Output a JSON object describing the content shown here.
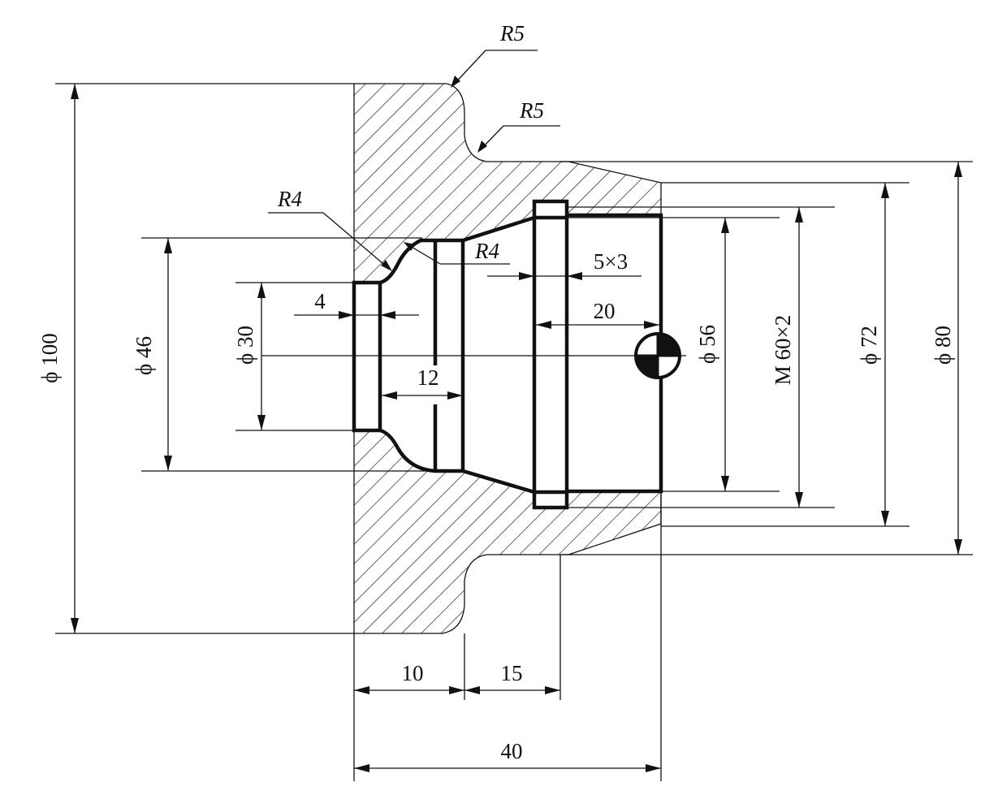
{
  "drawing": {
    "radius_labels": {
      "r5_top": "R5",
      "r5_shoulder": "R5",
      "r4_upper": "R4",
      "r4_lower": "R4"
    },
    "diameter_labels": {
      "d100": "ϕ 100",
      "d46": "ϕ 46",
      "d30": "ϕ 30",
      "d56": "ϕ 56",
      "thread": "M 60×2",
      "d72": "ϕ 72",
      "d80": "ϕ 80"
    },
    "length_labels": {
      "groove_small": "4",
      "bore_12": "12",
      "groove_5x3": "5×3",
      "thread_20": "20",
      "len_10": "10",
      "len_15": "15",
      "len_40": "40"
    },
    "colors": {
      "line": "#111111",
      "background": "#ffffff"
    }
  }
}
